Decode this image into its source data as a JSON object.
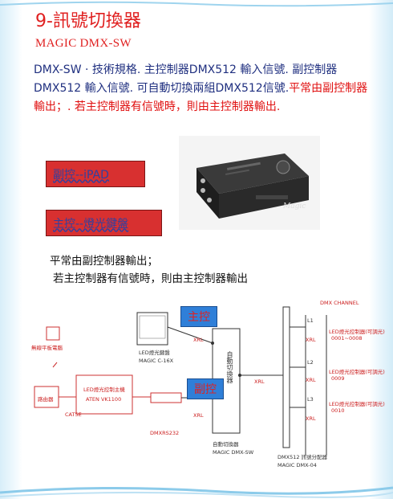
{
  "title": "9-訊號切換器",
  "subtitle": "MAGIC DMX-SW",
  "description": {
    "part1": "DMX-SW · 技術規格. 主控制器DMX512 輸入信號. 副控制器DMX512 輸入信號. 可自動切換兩組DMX512信號.",
    "part2": "平常由副控制器輸出；. 若主控制器有信號時，則由主控制器輸出."
  },
  "buttons": {
    "sub": "副控--iPAD",
    "main": "主控--燈光鍵盤"
  },
  "device_label": "Magic",
  "normal_line1": "平常由副控制器輸出；",
  "normal_line2": "若主控制器有信號時，則由主控制器輸出",
  "diagram": {
    "main_label": "主控",
    "sub_label": "副控",
    "switch_text": "自動切換器",
    "dmx_channel": "DMX CHANNEL",
    "wifi_label": "無線平板電腦",
    "router_label": "路由器",
    "cat5e": "CAT5E",
    "led_ctrl": "LED燈光控制主機",
    "aten": "ATEN VK1100",
    "rs232": "DMXRS232",
    "led_keyboard": "LED燈光鍵盤",
    "magic_c": "MAGIC C-16X",
    "xrl": "XRL",
    "magic_sw": "MAGIC DMX-SW",
    "auto_switch": "自動切換器",
    "magic_dmx04": "MAGIC DMX-04",
    "dmx512": "DMX512 訊號分配器",
    "l1": "L1",
    "l2": "L2",
    "l3": "L3",
    "led_fix": "LED燈光控制器(可調光)",
    "ch1": "0001~0008",
    "ch2": "0009",
    "ch3": "0010"
  }
}
